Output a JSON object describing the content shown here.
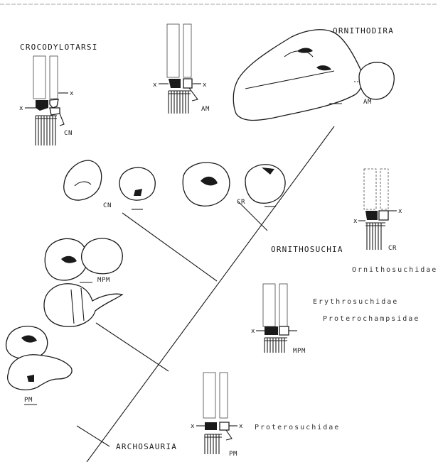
{
  "labels": {
    "crocodylotarsi": "CROCODYLOTARSI",
    "ornithodira": "ORNITHODIRA",
    "ornithosuchia": "ORNITHOSUCHIA",
    "ornithosuchidae": "Ornithosuchidae",
    "erythrosuchidae": "Erythrosuchidae",
    "proterochampsidae": "Proterochampsidae",
    "proterosuchidae": "Proterosuchidae",
    "archosauria": "ARCHOSAURIA"
  },
  "ankle_types": {
    "cn": "CN",
    "cr": "CR",
    "am": "AM",
    "mpm": "MPM",
    "pm": "PM"
  },
  "axis_marker": "x"
}
